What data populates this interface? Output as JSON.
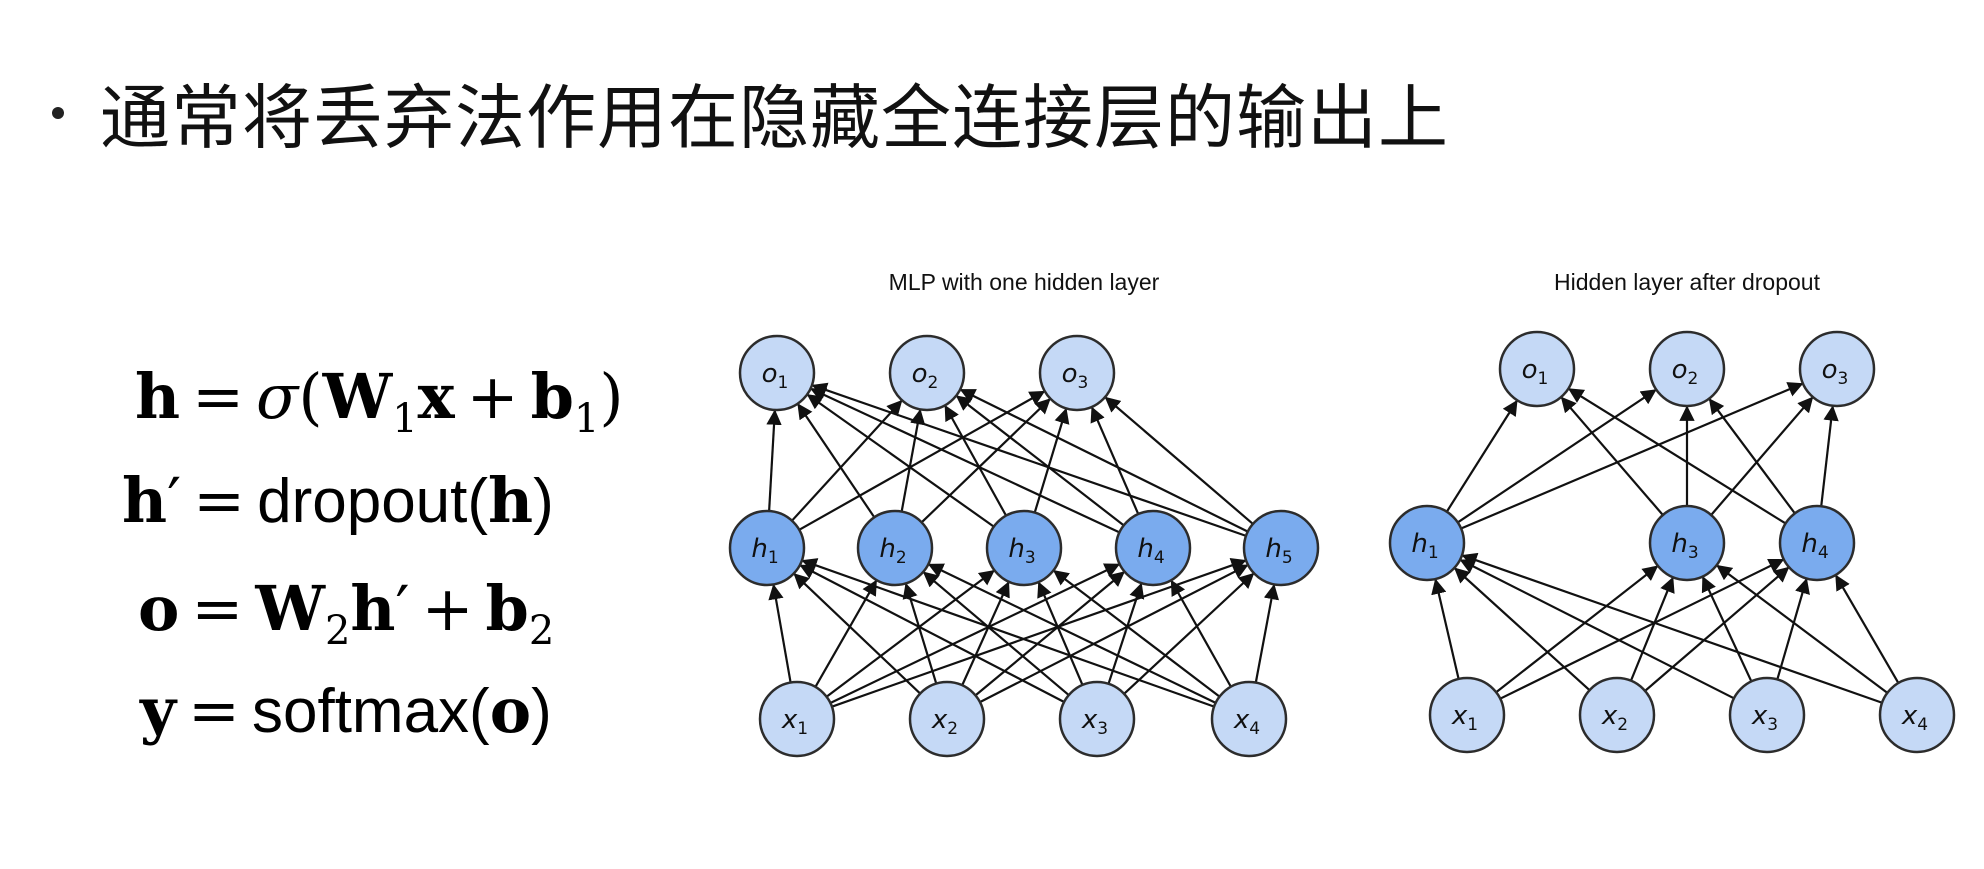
{
  "bullet": {
    "text": "通常将丢弃法作用在隐藏全连接层的输出上"
  },
  "equations": {
    "eq1": {
      "lhs": "h",
      "op": "=",
      "sigma": "σ",
      "open": "(",
      "w": "W",
      "w_sub": "1",
      "x": "x",
      "plus": "+",
      "b": "b",
      "b_sub": "1",
      "close": ")"
    },
    "eq2": {
      "lhs": "h",
      "prime": "′",
      "op": "=",
      "fn": "dropout",
      "open": "(",
      "arg": "h",
      "close": ")"
    },
    "eq3": {
      "lhs": "o",
      "op": "=",
      "w": "W",
      "w_sub": "2",
      "h": "h",
      "prime": "′",
      "plus": "+",
      "b": "b",
      "b_sub": "2"
    },
    "eq4": {
      "lhs": "y",
      "op": "=",
      "fn": "softmax",
      "open": "(",
      "arg": "o",
      "close": ")"
    }
  },
  "panels": [
    {
      "title": "MLP with one hidden layer",
      "inputs": [
        {
          "id": "x1",
          "letter": "x",
          "sub": "1"
        },
        {
          "id": "x2",
          "letter": "x",
          "sub": "2"
        },
        {
          "id": "x3",
          "letter": "x",
          "sub": "3"
        },
        {
          "id": "x4",
          "letter": "x",
          "sub": "4"
        }
      ],
      "hidden": [
        {
          "id": "h1",
          "letter": "h",
          "sub": "1"
        },
        {
          "id": "h2",
          "letter": "h",
          "sub": "2"
        },
        {
          "id": "h3",
          "letter": "h",
          "sub": "3"
        },
        {
          "id": "h4",
          "letter": "h",
          "sub": "4"
        },
        {
          "id": "h5",
          "letter": "h",
          "sub": "5"
        }
      ],
      "outputs": [
        {
          "id": "o1",
          "letter": "o",
          "sub": "1"
        },
        {
          "id": "o2",
          "letter": "o",
          "sub": "2"
        },
        {
          "id": "o3",
          "letter": "o",
          "sub": "3"
        }
      ]
    },
    {
      "title": "Hidden layer after dropout",
      "inputs": [
        {
          "id": "x1",
          "letter": "x",
          "sub": "1"
        },
        {
          "id": "x2",
          "letter": "x",
          "sub": "2"
        },
        {
          "id": "x3",
          "letter": "x",
          "sub": "3"
        },
        {
          "id": "x4",
          "letter": "x",
          "sub": "4"
        }
      ],
      "hidden": [
        {
          "id": "h1",
          "letter": "h",
          "sub": "1"
        },
        {
          "id": "h3",
          "letter": "h",
          "sub": "3"
        },
        {
          "id": "h4",
          "letter": "h",
          "sub": "4"
        }
      ],
      "outputs": [
        {
          "id": "o1",
          "letter": "o",
          "sub": "1"
        },
        {
          "id": "o2",
          "letter": "o",
          "sub": "2"
        },
        {
          "id": "o3",
          "letter": "o",
          "sub": "3"
        }
      ]
    }
  ],
  "colors": {
    "input_output_node": "#c5d9f6",
    "hidden_node": "#7aabee",
    "edge": "#111111"
  }
}
